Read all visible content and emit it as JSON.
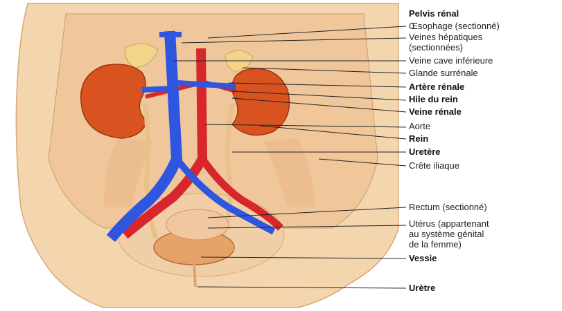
{
  "colors": {
    "skin": "#f3d6ae",
    "kidney": "#d8531f",
    "vein": "#2f56e0",
    "artery": "#d7262c",
    "ureter": "#e9c08a",
    "adrenal": "#f2d48a",
    "bladder": "#e7a367"
  },
  "labels": [
    {
      "text": "Pelvis rénal",
      "bold": true
    },
    {
      "text": "Œsophage (sectionné)",
      "bold": false
    },
    {
      "text": "Veines hépatiques",
      "bold": false
    },
    {
      "text": "(sectionnées)",
      "bold": false
    },
    {
      "text": "Veine cave inférieure",
      "bold": false
    },
    {
      "text": "Glande surrénale",
      "bold": false
    },
    {
      "text": "Artère rénale",
      "bold": true
    },
    {
      "text": "Hile du rein",
      "bold": true
    },
    {
      "text": "Veine rénale",
      "bold": true
    },
    {
      "text": "Aorte",
      "bold": false
    },
    {
      "text": "Rein",
      "bold": true
    },
    {
      "text": "Uretère",
      "bold": true
    },
    {
      "text": "Crête iliaque",
      "bold": false
    },
    {
      "text": "Rectum (sectionné)",
      "bold": false
    },
    {
      "text": "Utérus (appartenant",
      "bold": false
    },
    {
      "text": "au système génital",
      "bold": false
    },
    {
      "text": "de la femme)",
      "bold": false
    },
    {
      "text": "Vessie",
      "bold": true
    },
    {
      "text": "Urètre",
      "bold": true
    }
  ]
}
